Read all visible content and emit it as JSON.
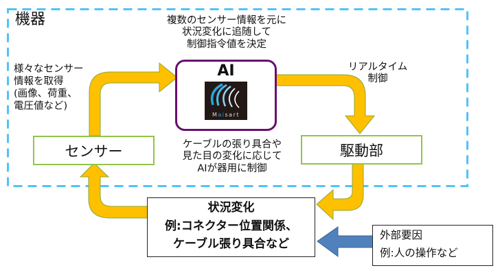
{
  "colors": {
    "dashed_border": "#4fc3f7",
    "flow_arrow": "#ffc000",
    "flow_arrow_edge": "#8aa83a",
    "external_arrow": "#4f81bd",
    "ai_border": "#660f6f",
    "node_border": "#92c44a",
    "logo_bg": "#231815"
  },
  "device_group": {
    "label": "機器"
  },
  "annotations": {
    "ai_decision": "複数のセンサー情報を元に\n状況変化に追随して\n制御指令値を決定",
    "sensor_input": "様々なセンサー\n情報を取得\n(画像、荷重、\n電圧値など)",
    "realtime": "リアルタイム\n制御",
    "dexterous": "ケーブルの張り具合や\n見た目の変化に応じて\nAIが器用に制御"
  },
  "nodes": {
    "ai": {
      "title": "AI",
      "logo_text_a": "M",
      "logo_text_ai": "ai",
      "logo_text_rest": "sart",
      "logo_icon": "maisart-logo-icon"
    },
    "sensor": {
      "label": "センサー"
    },
    "actuator": {
      "label": "駆動部"
    },
    "situation": {
      "title": "状況変化",
      "line1": "例:コネクター位置関係、",
      "line2": "ケーブル張り具合など"
    },
    "external": {
      "title": "外部要因",
      "line1": "例:人の操作など"
    }
  }
}
